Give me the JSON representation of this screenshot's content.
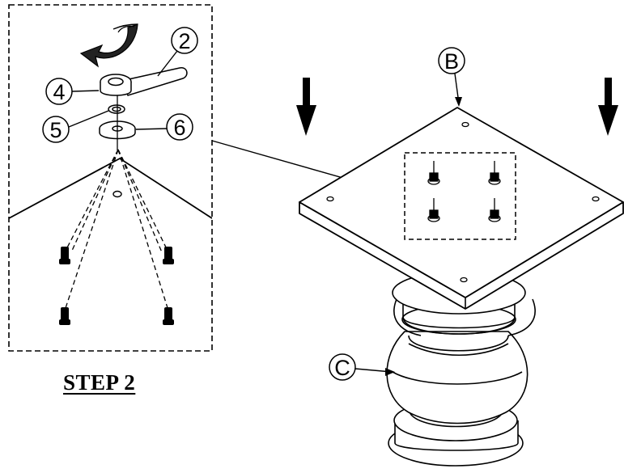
{
  "figure": {
    "step_label": "STEP 2",
    "callouts": {
      "two": "2",
      "four": "4",
      "five": "5",
      "six": "6",
      "b": "B",
      "c": "C"
    }
  }
}
